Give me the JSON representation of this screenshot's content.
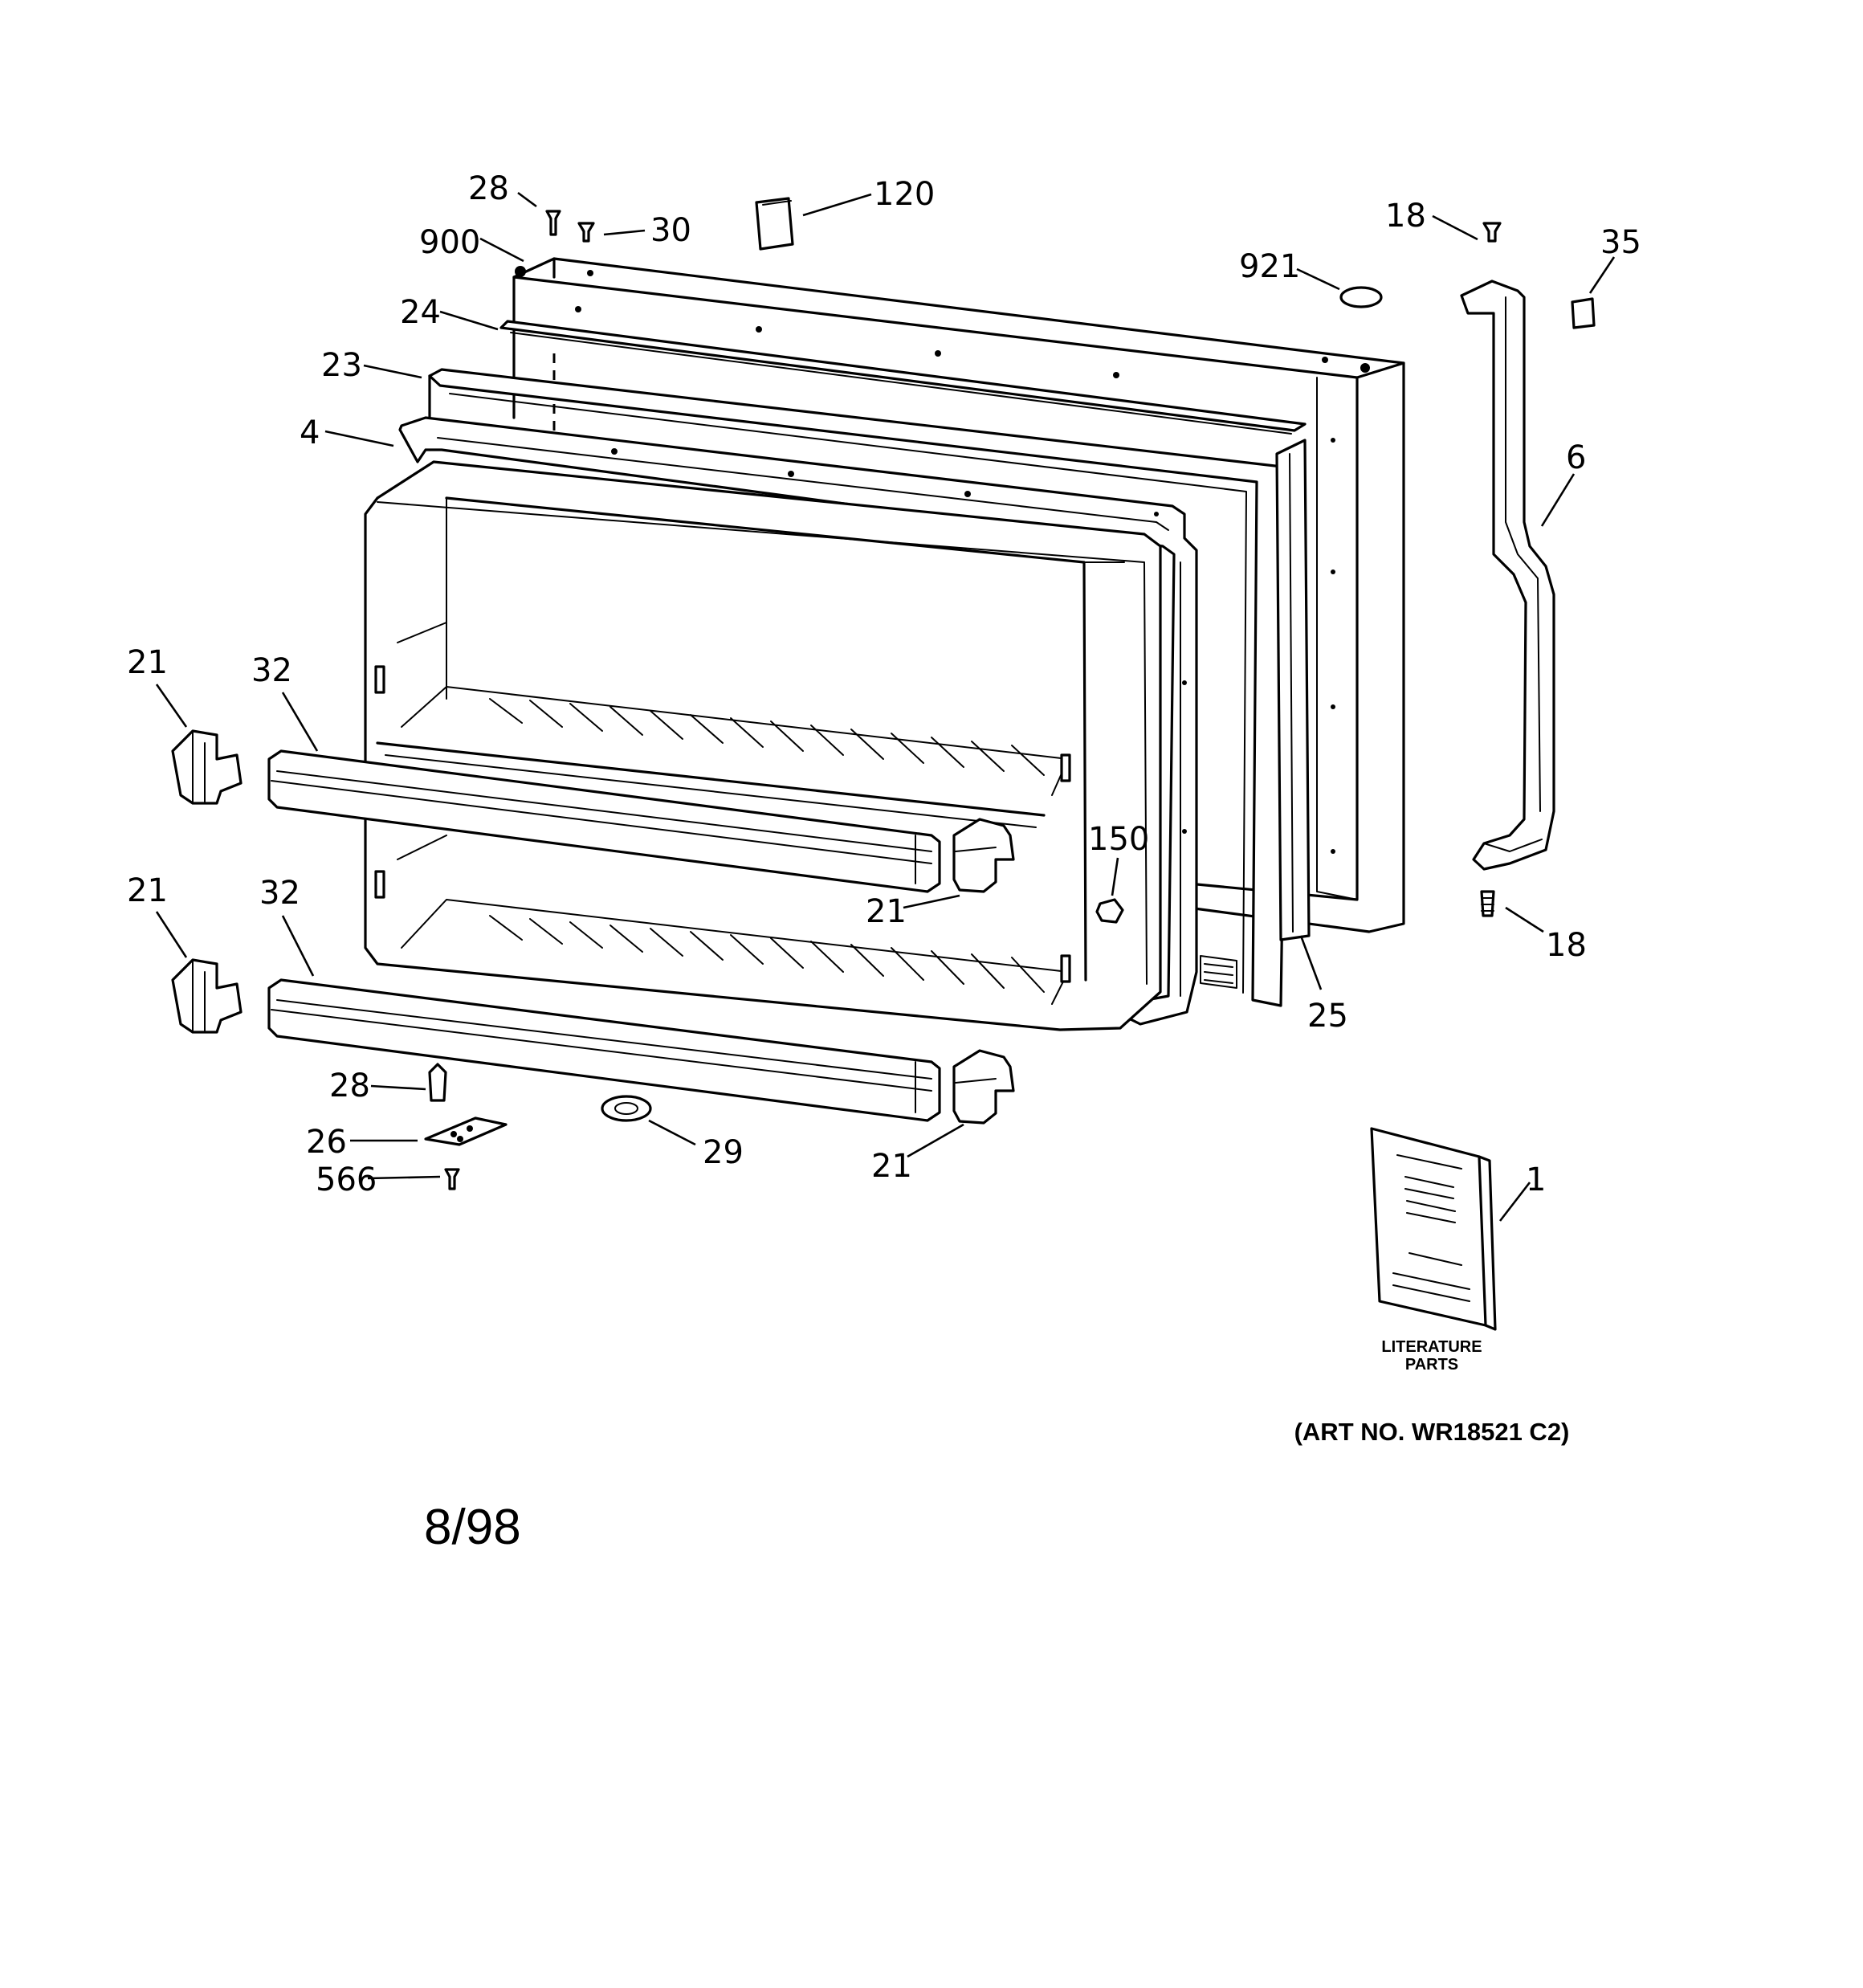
{
  "callouts": {
    "c28_top": "28",
    "c30": "30",
    "c900": "900",
    "c120": "120",
    "c18_top": "18",
    "c35": "35",
    "c921": "921",
    "c24": "24",
    "c23": "23",
    "c4": "4",
    "c6": "6",
    "c21_a": "21",
    "c32_a": "32",
    "c150": "150",
    "c21_b": "21",
    "c21_c": "21",
    "c32_b": "32",
    "c18_bottom": "18",
    "c25": "25",
    "c28_bottom": "28",
    "c26": "26",
    "c29": "29",
    "c21_d": "21",
    "c566": "566",
    "c1": "1"
  },
  "literature": {
    "line1": "LITERATURE",
    "line2": "PARTS"
  },
  "art_number": "(ART NO. WR18521 C2)",
  "date_code": "8/98"
}
